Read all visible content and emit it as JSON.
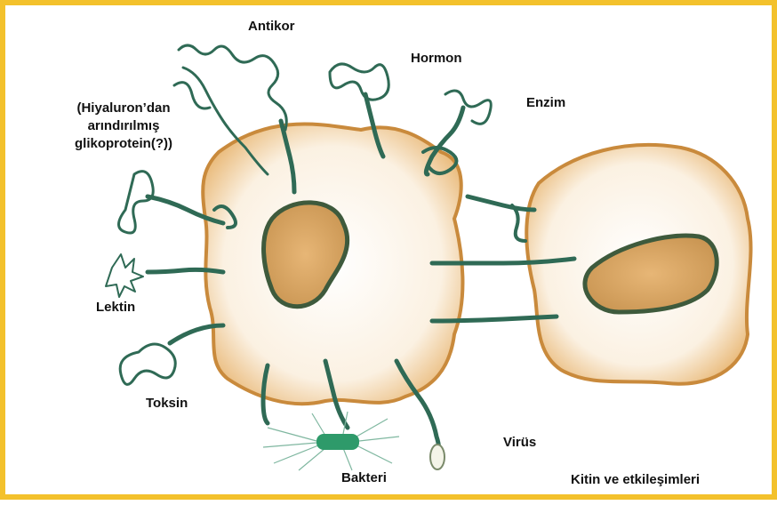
{
  "labels": {
    "antibody": "Antikor",
    "hormone": "Hormon",
    "enzyme": "Enzim",
    "glyco_line1": "(Hiyaluron’dan",
    "glyco_line2": "arındırılmış",
    "glyco_line3": "glikoprotein(?))",
    "lectin": "Lektin",
    "toxin": "Toksin",
    "bacteria": "Bakteri",
    "virus": "Virüs",
    "caption": "Kitin ve etkileşimleri"
  },
  "colors": {
    "frame": "#f3c12c",
    "membrane": "#d9a25a",
    "nucleus": "#d6a86a",
    "nucleus_edge": "#3e5a3c",
    "molecule": "#2f6a55",
    "bacteria": "#2e9a6a"
  }
}
